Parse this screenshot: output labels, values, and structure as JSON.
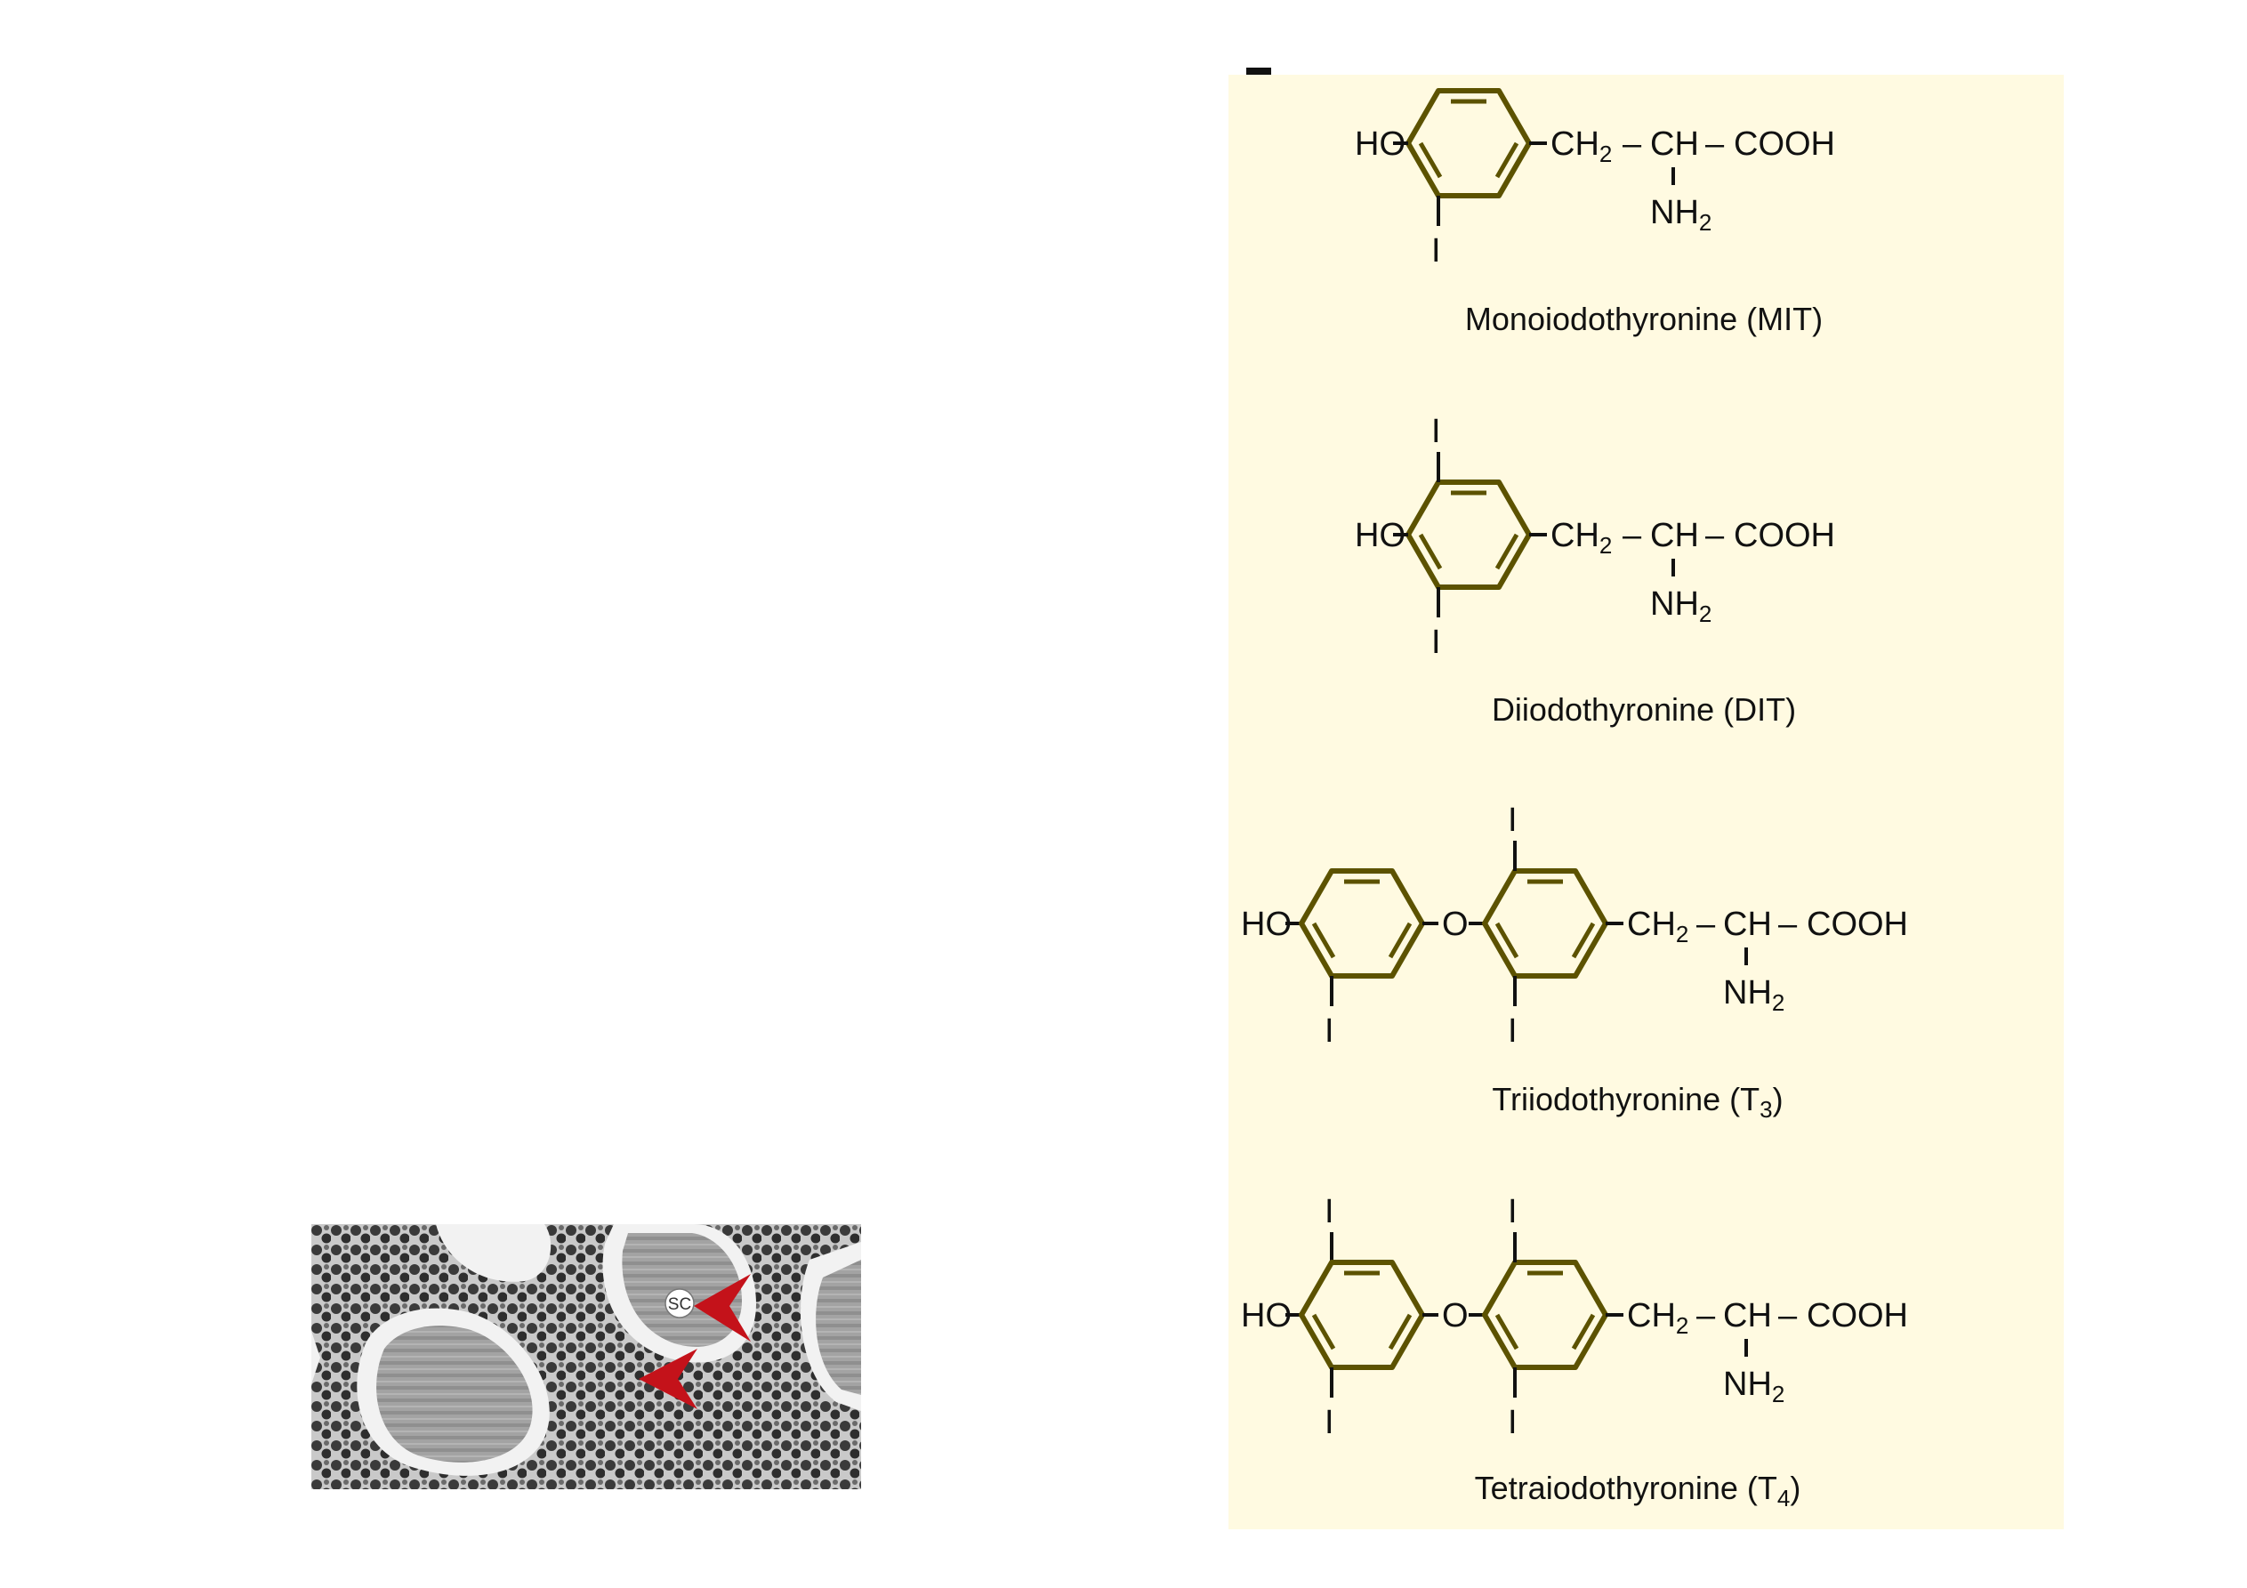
{
  "structures": [
    {
      "id": "mit",
      "caption_main": "Monoiodothyronine (MIT)",
      "caption_sub": "",
      "caption_tail": "",
      "hydroxyl": "HO",
      "iodine_label": "I",
      "chain_ch2": "CH",
      "chain_ch2_sub": "2",
      "chain_ch": "CH",
      "chain_cooh": "COOH",
      "amine": "NH",
      "amine_sub": "2",
      "dash": "–"
    },
    {
      "id": "dit",
      "caption_main": "Diiodothyronine (DIT)",
      "caption_sub": "",
      "caption_tail": "",
      "hydroxyl": "HO",
      "iodine_label": "I",
      "chain_ch2": "CH",
      "chain_ch2_sub": "2",
      "chain_ch": "CH",
      "chain_cooh": "COOH",
      "amine": "NH",
      "amine_sub": "2",
      "dash": "–"
    },
    {
      "id": "t3",
      "caption_main": "Triiodothyronine (T",
      "caption_sub": "3",
      "caption_tail": ")",
      "hydroxyl": "HO",
      "ether": "O",
      "iodine_label": "I",
      "chain_ch2": "CH",
      "chain_ch2_sub": "2",
      "chain_ch": "CH",
      "chain_cooh": "COOH",
      "amine": "NH",
      "amine_sub": "2",
      "dash": "–"
    },
    {
      "id": "t4",
      "caption_main": "Tetraiodothyronine (T",
      "caption_sub": "4",
      "caption_tail": ")",
      "hydroxyl": "HO",
      "ether": "O",
      "iodine_label": "I",
      "chain_ch2": "CH",
      "chain_ch2_sub": "2",
      "chain_ch": "CH",
      "chain_cooh": "COOH",
      "amine": "NH",
      "amine_sub": "2",
      "dash": "–"
    }
  ],
  "micrograph": {
    "label": "SC",
    "colors": {
      "arrow": "#c4121a",
      "tissue": "#5a5a5a",
      "colloid": "#9b9b9b",
      "lumen": "#f2f2f2"
    }
  },
  "colors": {
    "panel_bg": "#fffae1",
    "ring_stroke": "#5c5200"
  }
}
